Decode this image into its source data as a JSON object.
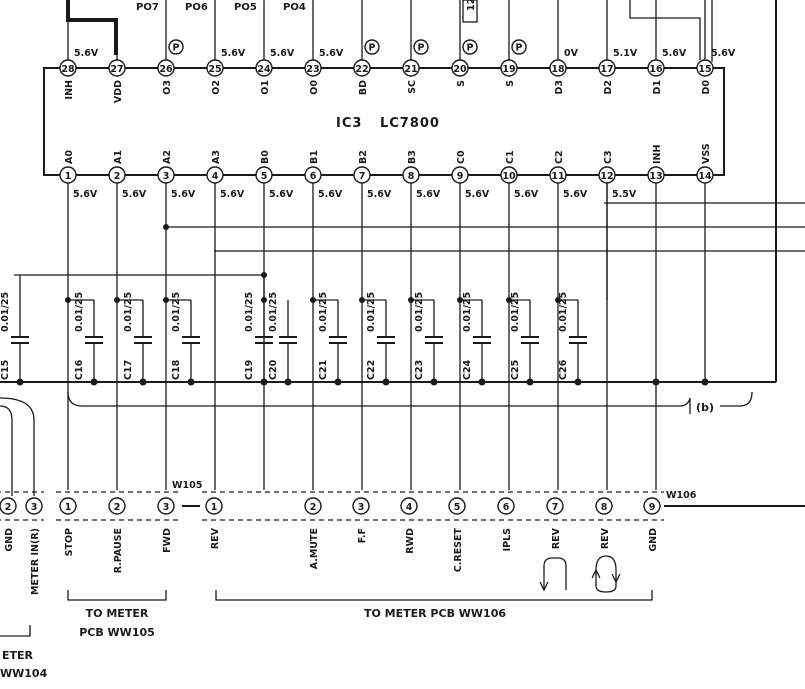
{
  "ic": {
    "ref": "IC3",
    "part": "LC7800",
    "top_pins": [
      {
        "num": "28",
        "name": "INH",
        "voltage": "5.6V"
      },
      {
        "num": "27",
        "name": "VDD",
        "voltage": ""
      },
      {
        "num": "26",
        "name": "O3",
        "voltage": ""
      },
      {
        "num": "25",
        "name": "O2",
        "voltage": "5.6V"
      },
      {
        "num": "24",
        "name": "O1",
        "voltage": "5.6V"
      },
      {
        "num": "23",
        "name": "O0",
        "voltage": "5.6V"
      },
      {
        "num": "22",
        "name": "BD",
        "voltage": ""
      },
      {
        "num": "21",
        "name": "SC",
        "voltage": ""
      },
      {
        "num": "20",
        "name": "S",
        "voltage": ""
      },
      {
        "num": "19",
        "name": "S",
        "voltage": ""
      },
      {
        "num": "18",
        "name": "D3",
        "voltage": "0V"
      },
      {
        "num": "17",
        "name": "D2",
        "voltage": "5.1V"
      },
      {
        "num": "16",
        "name": "D1",
        "voltage": "5.6V"
      },
      {
        "num": "15",
        "name": "D0",
        "voltage": "5.6V"
      }
    ],
    "bottom_pins": [
      {
        "num": "1",
        "name": "A0",
        "voltage": "5.6V"
      },
      {
        "num": "2",
        "name": "A1",
        "voltage": "5.6V"
      },
      {
        "num": "3",
        "name": "A2",
        "voltage": "5.6V"
      },
      {
        "num": "4",
        "name": "A3",
        "voltage": "5.6V"
      },
      {
        "num": "5",
        "name": "B0",
        "voltage": "5.6V"
      },
      {
        "num": "6",
        "name": "B1",
        "voltage": "5.6V"
      },
      {
        "num": "7",
        "name": "B2",
        "voltage": "5.6V"
      },
      {
        "num": "8",
        "name": "B3",
        "voltage": "5.6V"
      },
      {
        "num": "9",
        "name": "C0",
        "voltage": "5.6V"
      },
      {
        "num": "10",
        "name": "C1",
        "voltage": "5.6V"
      },
      {
        "num": "11",
        "name": "C2",
        "voltage": "5.6V"
      },
      {
        "num": "12",
        "name": "C3",
        "voltage": "5.5V"
      },
      {
        "num": "13",
        "name": "INH",
        "voltage": ""
      },
      {
        "num": "14",
        "name": "VSS",
        "voltage": ""
      }
    ]
  },
  "port_labels": [
    "PO7",
    "PO6",
    "PO5",
    "PO4"
  ],
  "p_marker": "P",
  "top_partial_label": "12",
  "capacitors": [
    {
      "ref": "C15",
      "value": "0.01/25"
    },
    {
      "ref": "C16",
      "value": "0.01/25"
    },
    {
      "ref": "C17",
      "value": "0.01/25"
    },
    {
      "ref": "C18",
      "value": "0.01/25"
    },
    {
      "ref": "C19",
      "value": "0.01/25"
    },
    {
      "ref": "C20",
      "value": "0.01/25"
    },
    {
      "ref": "C21",
      "value": "0.01/25"
    },
    {
      "ref": "C22",
      "value": "0.01/25"
    },
    {
      "ref": "C23",
      "value": "0.01/25"
    },
    {
      "ref": "C24",
      "value": "0.01/25"
    },
    {
      "ref": "C25",
      "value": "0.01/25"
    },
    {
      "ref": "C26",
      "value": "0.01/25"
    }
  ],
  "bus_label": "b",
  "connectors": {
    "ww104": {
      "pins": [
        {
          "num": "2",
          "signal": "GND"
        },
        {
          "num": "3",
          "signal": "METER IN(R)"
        }
      ],
      "caption_line1": "ETER",
      "caption_line2": "WW104"
    },
    "ww105": {
      "tag": "W105",
      "pins": [
        {
          "num": "1",
          "signal": "STOP"
        },
        {
          "num": "2",
          "signal": "R.PAUSE"
        },
        {
          "num": "3",
          "signal": "FWD"
        }
      ],
      "caption_line1": "TO METER",
      "caption_line2": "PCB WW105"
    },
    "ww106": {
      "tag": "W106",
      "pins": [
        {
          "num": "1",
          "signal": "REV"
        },
        {
          "num": "2",
          "signal": "A.MUTE"
        },
        {
          "num": "3",
          "signal": "F.F"
        },
        {
          "num": "4",
          "signal": "RWD"
        },
        {
          "num": "5",
          "signal": "C.RESET"
        },
        {
          "num": "6",
          "signal": "IPLS"
        },
        {
          "num": "7",
          "signal": "REV"
        },
        {
          "num": "8",
          "signal": "REV"
        },
        {
          "num": "9",
          "signal": "GND"
        }
      ],
      "caption": "TO METER PCB WW106"
    }
  }
}
